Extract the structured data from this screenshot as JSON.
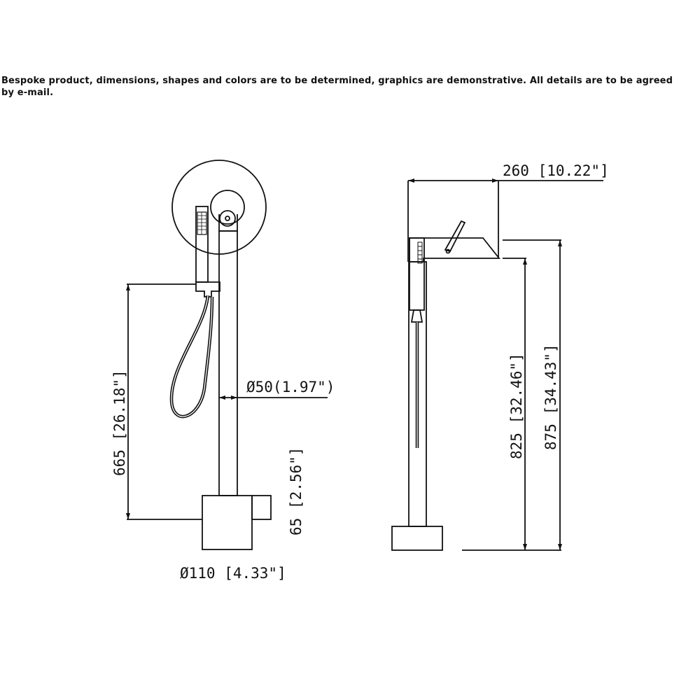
{
  "notice": "Bespoke product, dimensions, shapes and colors are to be determined, graphics are demonstrative. All details are to be agreed by e-mail.",
  "colors": {
    "line": "#111111",
    "background": "#ffffff"
  },
  "dimensions": {
    "hose_height": "665 [26.18\"]",
    "pipe_diameter": "Ø50(1.97\")",
    "base_height": "65 [2.56\"]",
    "base_diameter": "Ø110 [4.33\"]",
    "depth": "260 [10.22\"]",
    "spout_height": "825 [32.46\"]",
    "total_height": "875 [34.43\"]"
  }
}
